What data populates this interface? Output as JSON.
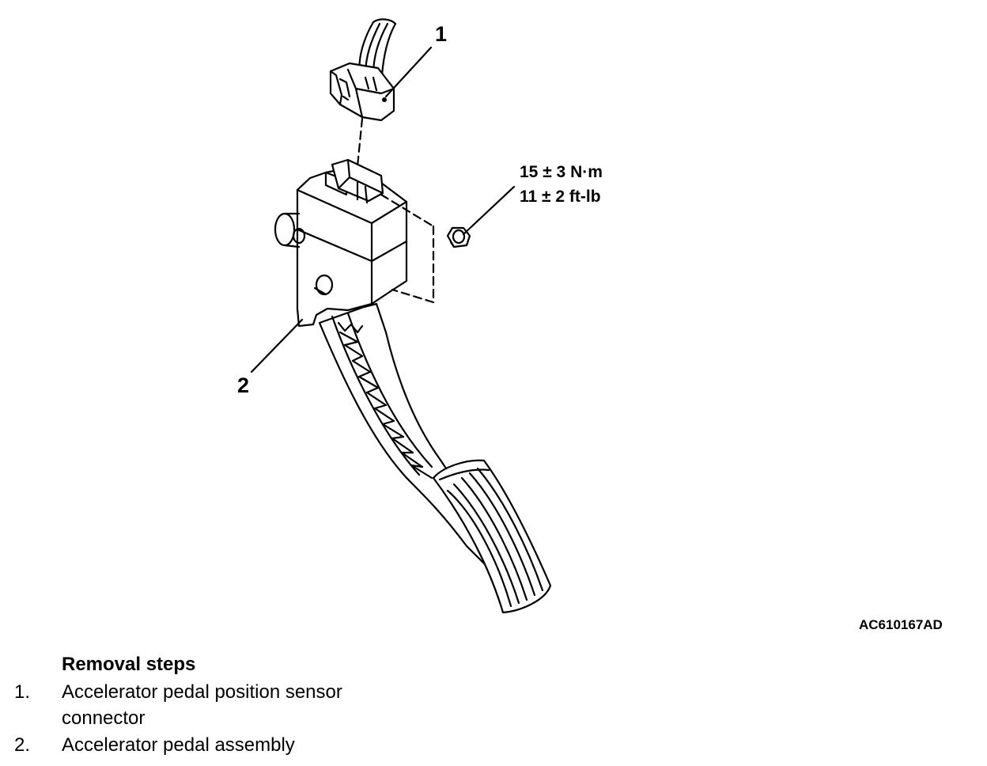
{
  "callouts": {
    "item1": "1",
    "item2": "2"
  },
  "torque": {
    "metric": "15 ± 3 N·m",
    "imperial": "11 ± 2 ft-lb"
  },
  "figure_id": "AC610167AD",
  "removal": {
    "title": "Removal steps",
    "steps": [
      {
        "number": "1.",
        "line1": "Accelerator pedal position sensor",
        "line2": "connector"
      },
      {
        "number": "2.",
        "line1": "Accelerator pedal assembly"
      }
    ]
  }
}
